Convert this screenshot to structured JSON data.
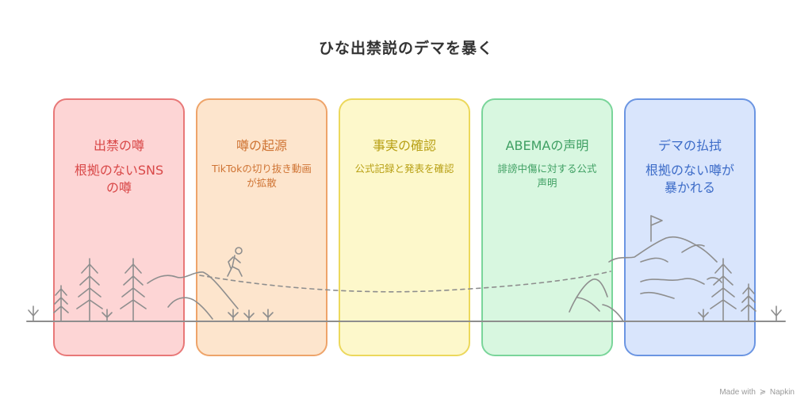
{
  "title": "ひな出禁説のデマを暴く",
  "stages": [
    {
      "title": "出禁の噂",
      "body": "根拠のないSNS\nの噂",
      "fill": "#fdd5d5",
      "border": "#e87878",
      "text": "#d94848"
    },
    {
      "title": "噂の起源",
      "body": "TikTokの切り抜き動画\nが拡散",
      "fill": "#fde5cd",
      "border": "#eea46a",
      "text": "#cf7434"
    },
    {
      "title": "事実の確認",
      "body": "公式記録と発表を確認",
      "fill": "#fdf8cb",
      "border": "#ecd85c",
      "text": "#b8a015"
    },
    {
      "title": "ABEMAの声明",
      "body": "誹謗中傷に対する公式\n声明",
      "fill": "#d8f7e0",
      "border": "#7ad59a",
      "text": "#3e9f62"
    },
    {
      "title": "デマの払拭",
      "body": "根拠のない噂が\n暴かれる",
      "fill": "#d9e5fc",
      "border": "#6b95e2",
      "text": "#3d6cc8"
    }
  ],
  "footer": {
    "made_with": "Made with",
    "brand": "Napkin"
  },
  "icons": {
    "hiker": "hiker-icon",
    "flag": "flag-icon",
    "napkin_logo": "napkin-logo-icon"
  }
}
